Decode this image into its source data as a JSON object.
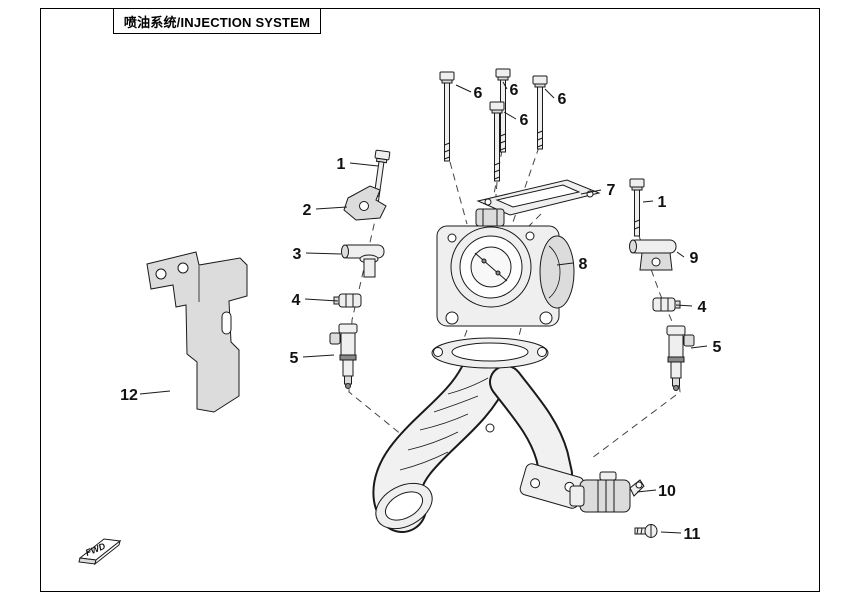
{
  "frame": {
    "title": "喷油系统/INJECTION SYSTEM"
  },
  "drawing": {
    "fwd_label": "FWD",
    "colors": {
      "line": "#1a1a1a",
      "metal_light": "#efefef",
      "metal_mid": "#dcdcdc",
      "background": "#ffffff"
    }
  },
  "callouts": {
    "bolt6_a": "6",
    "bolt6_b": "6",
    "bolt6_c": "6",
    "bolt6_d": "6",
    "bolt1_left": "1",
    "bracket2": "2",
    "fuel_pipe3": "3",
    "clamp4_left": "4",
    "injector5_left": "5",
    "gasket7": "7",
    "bolt1_right": "1",
    "throttle_body8": "8",
    "pipe9": "9",
    "clamp4_right": "4",
    "injector5_right": "5",
    "sensor10": "10",
    "screw11": "11",
    "bracket12": "12"
  }
}
